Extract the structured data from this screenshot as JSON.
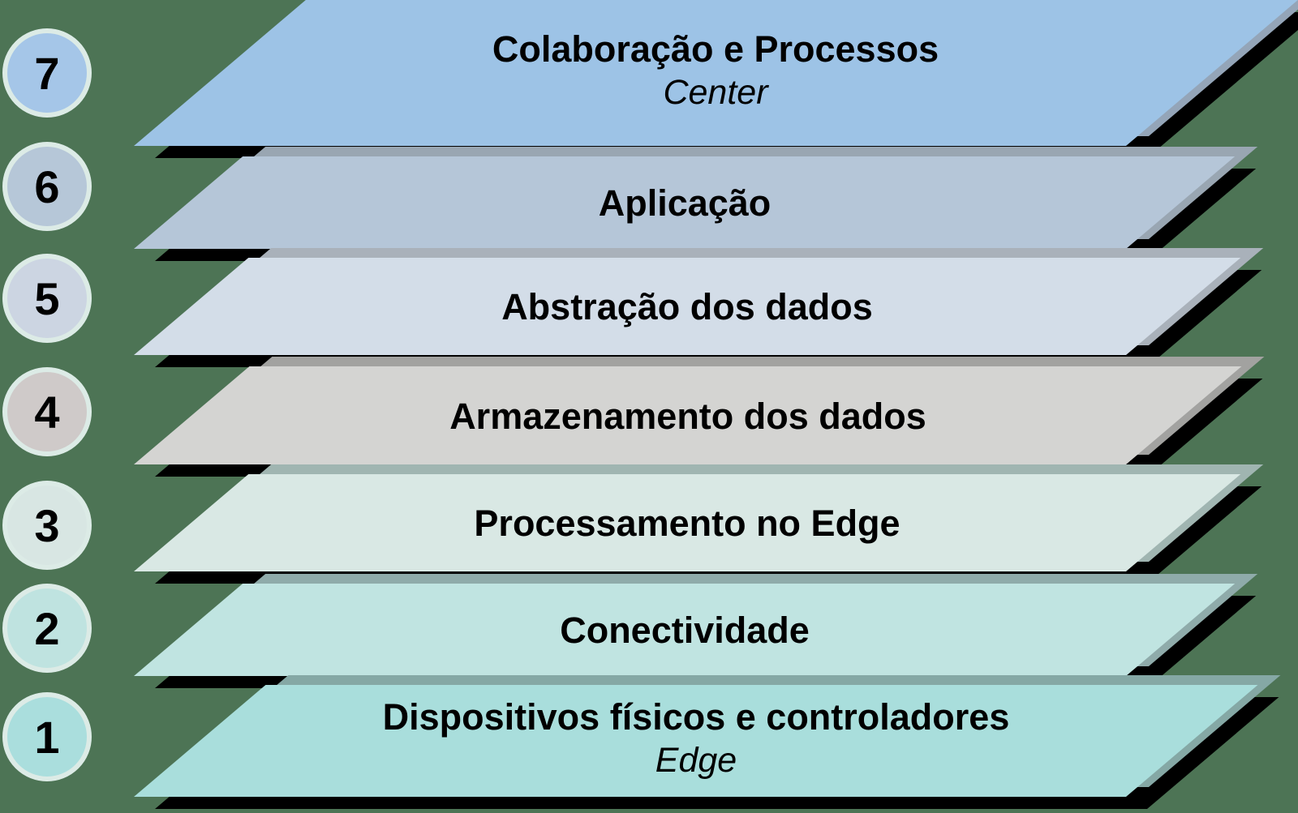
{
  "background_color": "#4d7455",
  "shadow_color": "#000000",
  "circle_border_color": "#dcebe6",
  "text_color": "#000000",
  "layers": [
    {
      "number": "7",
      "title": "Colaboração e Processos",
      "subtitle": "Center",
      "face_color": "#9dc3e6",
      "bevel_color": "#94a5b8",
      "circle_color": "#a5c6e8"
    },
    {
      "number": "6",
      "title": "Aplicação",
      "subtitle": "",
      "face_color": "#b5c6d8",
      "bevel_color": "#99a6b2",
      "circle_color": "#b6c7d8"
    },
    {
      "number": "5",
      "title": "Abstração dos dados",
      "subtitle": "",
      "face_color": "#d3dde8",
      "bevel_color": "#a9b1ba",
      "circle_color": "#ccd5e2"
    },
    {
      "number": "4",
      "title": "Armazenamento dos dados",
      "subtitle": "",
      "face_color": "#d4d4d2",
      "bevel_color": "#a2a2a0",
      "circle_color": "#cfcac9"
    },
    {
      "number": "3",
      "title": "Processamento no Edge",
      "subtitle": "",
      "face_color": "#d9e8e4",
      "bevel_color": "#a0b5b1",
      "circle_color": "#d8e6e3"
    },
    {
      "number": "2",
      "title": "Conectividade",
      "subtitle": "",
      "face_color": "#c0e4e1",
      "bevel_color": "#8fabaa",
      "circle_color": "#bfe3e0"
    },
    {
      "number": "1",
      "title": "Dispositivos físicos e controladores",
      "subtitle": "Edge",
      "face_color": "#a9dedc",
      "bevel_color": "#85a8a5",
      "circle_color": "#aadedd"
    }
  ]
}
